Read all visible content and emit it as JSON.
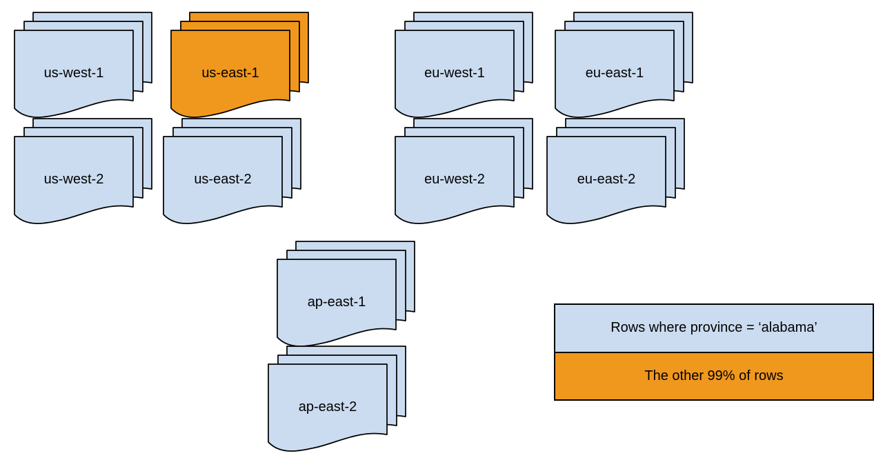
{
  "colors": {
    "region_default": "#CBDCF0",
    "region_highlight": "#F0981E",
    "stroke": "#000000",
    "text": "#000000",
    "background": "#FFFFFF"
  },
  "stacks": [
    {
      "label": "us-west-1",
      "variant": "default"
    },
    {
      "label": "us-east-1",
      "variant": "highlight"
    },
    {
      "label": "eu-west-1",
      "variant": "default"
    },
    {
      "label": "eu-east-1",
      "variant": "default"
    },
    {
      "label": "us-west-2",
      "variant": "default"
    },
    {
      "label": "us-east-2",
      "variant": "default"
    },
    {
      "label": "eu-west-2",
      "variant": "default"
    },
    {
      "label": "eu-east-2",
      "variant": "default"
    },
    {
      "label": "ap-east-1",
      "variant": "default"
    },
    {
      "label": "ap-east-2",
      "variant": "default"
    }
  ],
  "legend": {
    "rows": [
      {
        "label": "Rows where province = ‘alabama’",
        "variant": "default"
      },
      {
        "label": "The other 99% of rows",
        "variant": "highlight"
      }
    ]
  }
}
